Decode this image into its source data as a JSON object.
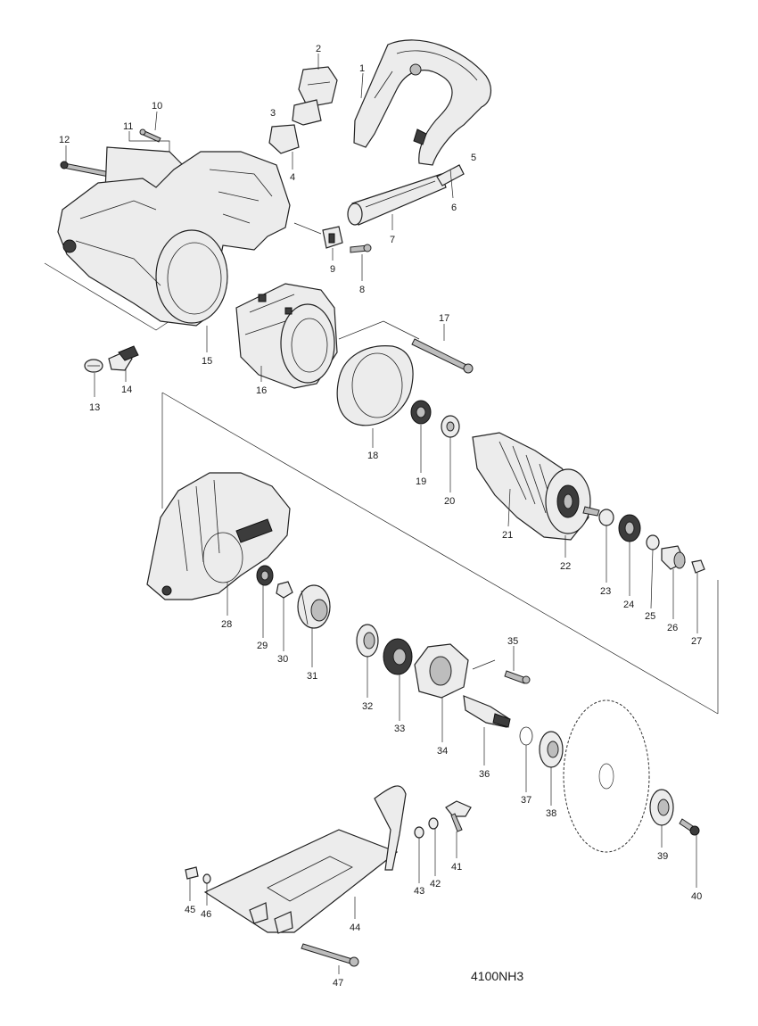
{
  "model_code": "4100NH3",
  "part_numbers": [
    "1",
    "2",
    "3",
    "4",
    "5",
    "6",
    "7",
    "8",
    "9",
    "10",
    "11",
    "12",
    "13",
    "14",
    "15",
    "16",
    "17",
    "18",
    "19",
    "20",
    "21",
    "22",
    "23",
    "24",
    "25",
    "26",
    "27",
    "28",
    "29",
    "30",
    "31",
    "32",
    "33",
    "34",
    "35",
    "36",
    "37",
    "38",
    "39",
    "40",
    "41",
    "42",
    "43",
    "44",
    "45",
    "46",
    "47"
  ]
}
